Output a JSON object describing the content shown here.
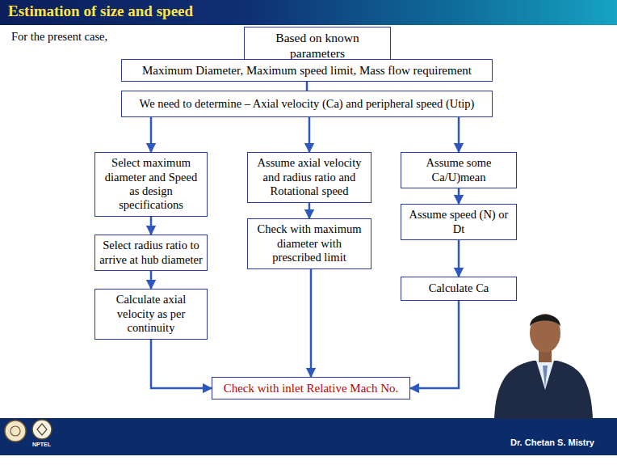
{
  "diagram": {
    "title": "Estimation of size and speed",
    "nodes": [
      {
        "text": [
          "Based on known parameters"
        ]
      },
      {
        "text": [
          "Maximum Diameter, Maximum speed limit, Mass flow requirement"
        ]
      },
      {
        "text": [
          "We need to determine – Axial velocity (Ca) and peripheral speed (Utip)"
        ]
      },
      {
        "text": [
          "Select maximum diameter and Speed as design specifications"
        ]
      },
      {
        "text": [
          "Assume axial velocity and radius ratio and Rotational speed"
        ]
      },
      {
        "text": [
          "Assume some Ca/U)mean"
        ]
      },
      {
        "text": [
          "Select radius ratio to arrive at hub diameter"
        ]
      },
      {
        "text": [
          "Check with maximum diameter with prescribed limit"
        ]
      },
      {
        "text": [
          "Assume speed (N) or Dt"
        ]
      },
      {
        "text": [
          "Calculate axial velocity as per continuity"
        ]
      },
      {
        "text": [
          "Calculate Ca"
        ]
      },
      {
        "text": [
          "Check with inlet Relative Mach No."
        ]
      }
    ],
    "edges": [
      {
        "from": 0,
        "to": 1,
        "arrow": "none"
      },
      {
        "from": 1,
        "to": 2,
        "arrow": "none"
      },
      {
        "from": 2,
        "to": 3,
        "arrow": "to"
      },
      {
        "from": 2,
        "to": 4,
        "arrow": "to"
      },
      {
        "from": 2,
        "to": 5,
        "arrow": "to"
      },
      {
        "from": 3,
        "to": 6,
        "arrow": "to"
      },
      {
        "from": 4,
        "to": 7,
        "arrow": "to"
      },
      {
        "from": 5,
        "to": 8,
        "arrow": "to"
      },
      {
        "from": 6,
        "to": 9,
        "arrow": "to"
      },
      {
        "from": 8,
        "to": 10,
        "arrow": "to"
      },
      {
        "from": 9,
        "to": 11,
        "arrow": "to"
      },
      {
        "from": 7,
        "to": 11,
        "arrow": "to"
      },
      {
        "from": 10,
        "to": 11,
        "arrow": "to"
      }
    ],
    "labels": [
      "For the present case,",
      "NPTEL",
      "Dr. Chetan S. Mistry"
    ]
  }
}
